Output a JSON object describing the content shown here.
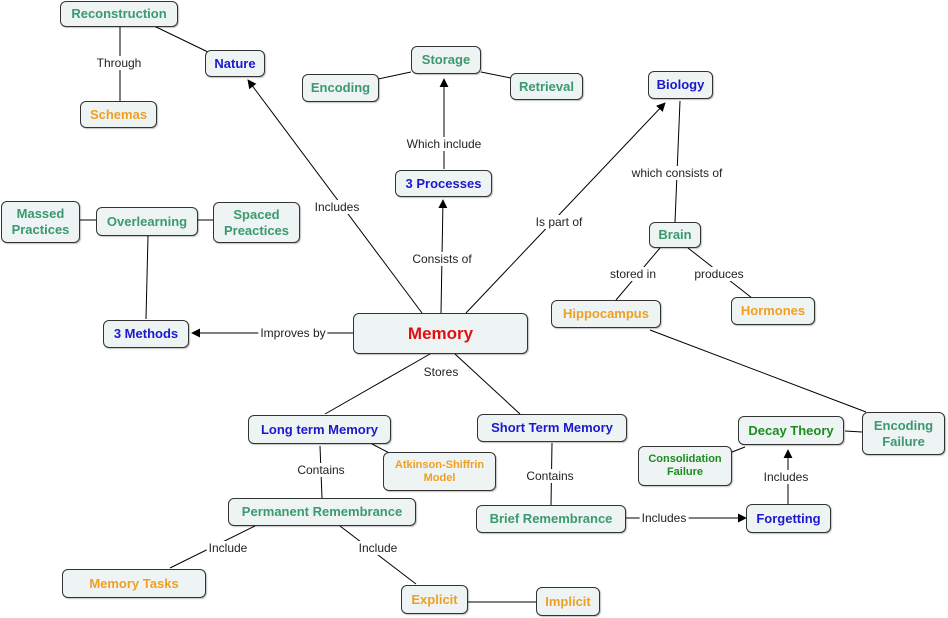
{
  "nodes": {
    "memory": "Memory",
    "reconstruction": "Reconstruction",
    "nature": "Nature",
    "schemas": "Schemas",
    "storage": "Storage",
    "encoding": "Encoding",
    "retrieval": "Retrieval",
    "three_processes": "3 Processes",
    "biology": "Biology",
    "brain": "Brain",
    "hippocampus": "Hippocampus",
    "hormones": "Hormones",
    "massed_practices": "Massed\nPractices",
    "overlearning": "Overlearning",
    "spaced_practices": "Spaced\nPreactices",
    "three_methods": "3 Methods",
    "long_term_memory": "Long term Memory",
    "short_term_memory": "Short Term Memory",
    "atkinson_shiffrin": "Atkinson-Shiffrin\nModel",
    "permanent_remembrance": "Permanent Remembrance",
    "brief_remembrance": "Brief Remembrance",
    "memory_tasks": "Memory Tasks",
    "explicit": "Explicit",
    "implicit": "Implicit",
    "forgetting": "Forgetting",
    "decay_theory": "Decay Theory",
    "encoding_failure": "Encoding\nFailure",
    "consolidation_failure": "Consolidation\nFailure"
  },
  "links": {
    "through": "Through",
    "which_include": "Which include",
    "includes_nature": "Includes",
    "consists_of": "Consists of",
    "is_part_of": "Is part of",
    "which_consists_of": "which consists of",
    "stored_in": "stored in",
    "produces": "produces",
    "improves_by": "Improves by",
    "stores": "Stores",
    "contains_ltm": "Contains",
    "contains_stm": "Contains",
    "include_tasks": "Include",
    "include_explicit": "Include",
    "includes_forgetting": "Includes",
    "includes_decay": "Includes"
  },
  "colors": {
    "green": "#3a9a6e",
    "blue": "#1a1acc",
    "orange": "#f0a020",
    "dark_green": "#1c8c1c",
    "red": "#e01010",
    "node_fill": "#eef3f4"
  }
}
